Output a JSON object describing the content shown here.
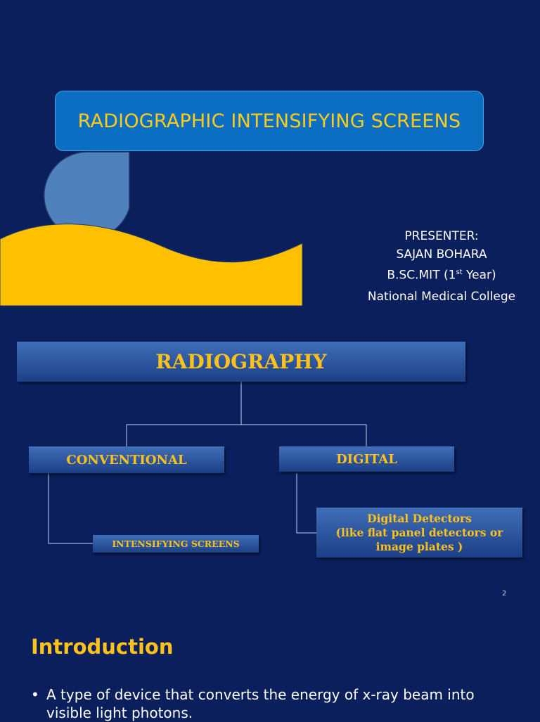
{
  "slide1": {
    "title": "RADIOGRAPHIC INTENSIFYING SCREENS",
    "presenter_label": "PRESENTER:",
    "presenter_name": "SAJAN BOHARA",
    "course": "B.SC.MIT (1",
    "course_sup": "st",
    "course_suffix": " Year)",
    "college": "National Medical College",
    "colors": {
      "title_box": "#0a6fc2",
      "title_text": "#ffcc1a",
      "wave": "#ffc000",
      "circle": "#4f81bd"
    }
  },
  "slide2": {
    "root": "RADIOGRAPHY",
    "left_branch": "CONVENTIONAL",
    "right_branch": "DIGITAL",
    "left_leaf": "INTENSIFYING SCREENS",
    "right_leaf_line1": "Digital Detectors",
    "right_leaf_line2": "(like flat panel detectors or",
    "right_leaf_line3": "image plates )",
    "page_number": "2"
  },
  "slide3": {
    "heading": "Introduction",
    "bullet_symbol": "•",
    "bullets": [
      "A  type of device that converts the energy of x-ray beam into visible light  photons."
    ]
  }
}
